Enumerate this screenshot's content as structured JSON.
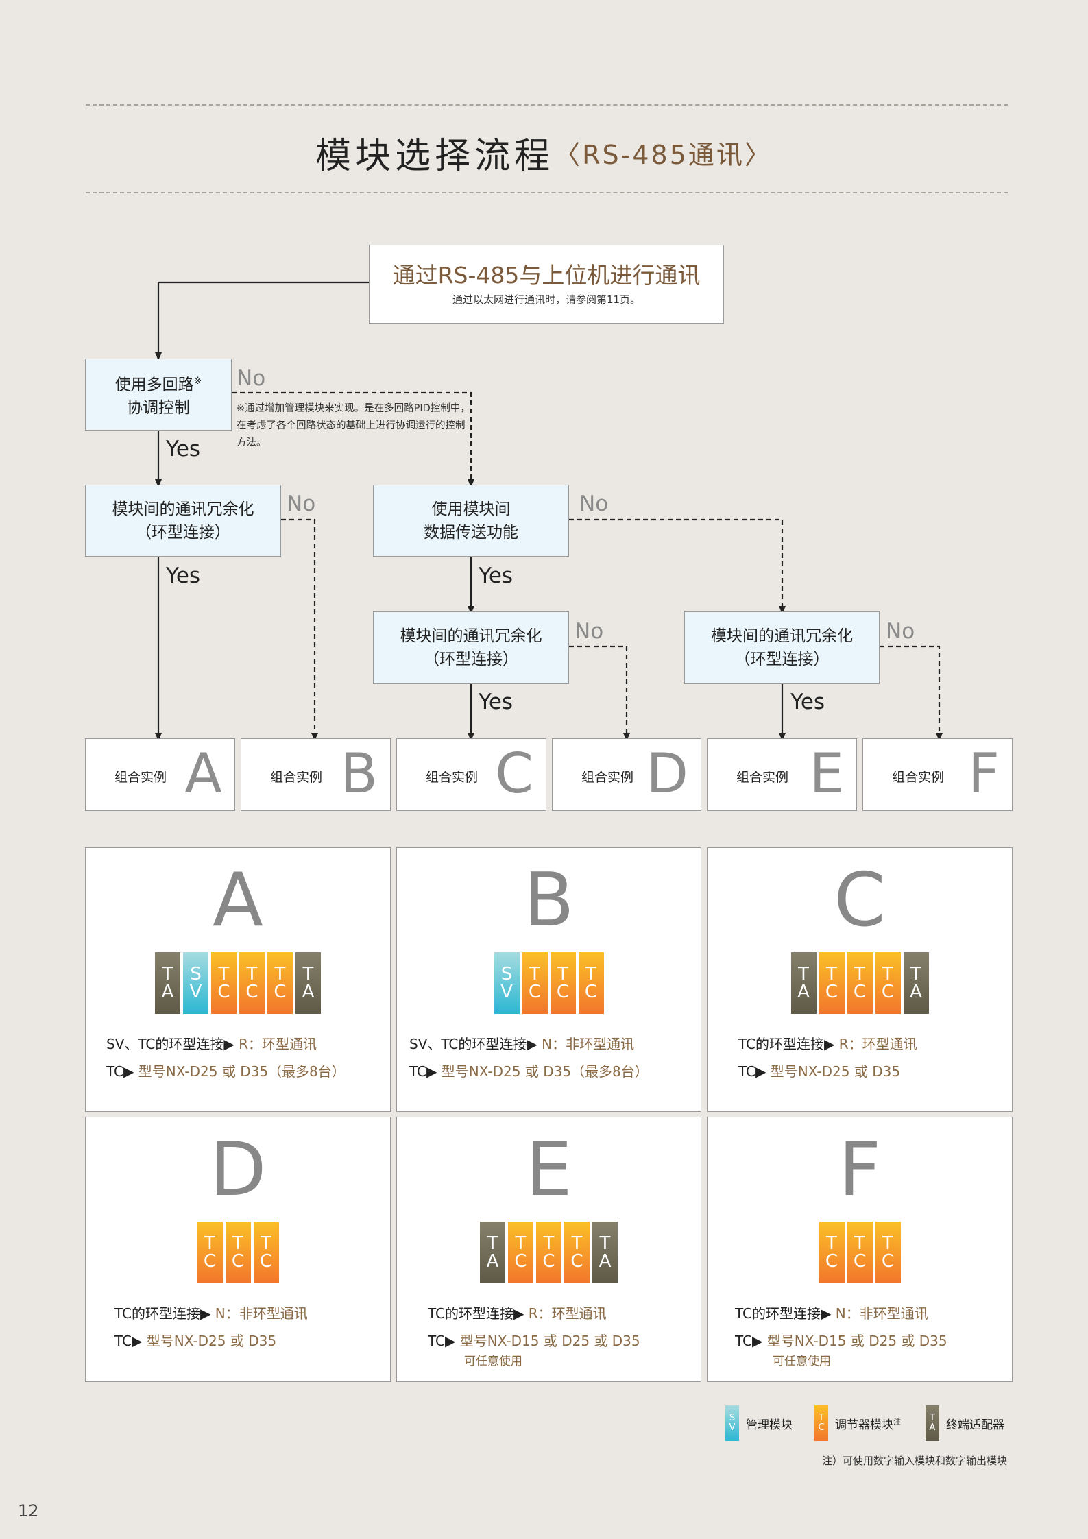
{
  "title": {
    "main": "模块选择流程",
    "sub": "〈RS-485通讯〉"
  },
  "flow": {
    "top": {
      "title": "通过RS-485与上位机进行通讯",
      "note": "通过以太网进行通讯时，请参阅第11页。"
    },
    "q1": {
      "line1": "使用多回路",
      "sup": "※",
      "line2": "协调控制"
    },
    "q1_note": "※通过增加管理模块来实现。是在多回路PID控制中，在考虑了各个回路状态的基础上进行协调运行的控制方法。",
    "q2": {
      "line1": "模块间的通讯冗余化",
      "line2": "（环型连接）"
    },
    "q3": {
      "line1": "使用模块间",
      "line2": "数据传送功能"
    },
    "q4": {
      "line1": "模块间的通讯冗余化",
      "line2": "（环型连接）"
    },
    "q5": {
      "line1": "模块间的通讯冗余化",
      "line2": "（环型连接）"
    },
    "yes": "Yes",
    "no": "No"
  },
  "combos": [
    {
      "label": "组合实例",
      "letter": "A"
    },
    {
      "label": "组合实例",
      "letter": "B"
    },
    {
      "label": "组合实例",
      "letter": "C"
    },
    {
      "label": "组合实例",
      "letter": "D"
    },
    {
      "label": "组合实例",
      "letter": "E"
    },
    {
      "label": "组合实例",
      "letter": "F"
    }
  ],
  "panels": [
    {
      "letter": "A",
      "modules": [
        "TA",
        "SV",
        "TC",
        "TC",
        "TC",
        "TA"
      ],
      "line1_a": "SV、TC的环型连接▶ ",
      "line1_b": "R：环型通讯",
      "line2_a": "TC▶ ",
      "line2_b": "型号NX-D25 或 D35（最多8台）",
      "line3": ""
    },
    {
      "letter": "B",
      "modules": [
        "SV",
        "TC",
        "TC",
        "TC"
      ],
      "line1_a": "SV、TC的环型连接▶ ",
      "line1_b": "N：非环型通讯",
      "line2_a": "TC▶ ",
      "line2_b": "型号NX-D25 或 D35（最多8台）",
      "line3": ""
    },
    {
      "letter": "C",
      "modules": [
        "TA",
        "TC",
        "TC",
        "TC",
        "TA"
      ],
      "line1_a": "TC的环型连接▶ ",
      "line1_b": "R：环型通讯",
      "line2_a": "TC▶ ",
      "line2_b": "型号NX-D25 或 D35",
      "line3": ""
    },
    {
      "letter": "D",
      "modules": [
        "TC",
        "TC",
        "TC"
      ],
      "line1_a": "TC的环型连接▶ ",
      "line1_b": "N：非环型通讯",
      "line2_a": "TC▶ ",
      "line2_b": "型号NX-D25 或 D35",
      "line3": ""
    },
    {
      "letter": "E",
      "modules": [
        "TA",
        "TC",
        "TC",
        "TC",
        "TA"
      ],
      "line1_a": "TC的环型连接▶ ",
      "line1_b": "R：环型通讯",
      "line2_a": "TC▶ ",
      "line2_b": "型号NX-D15 或 D25 或 D35",
      "line3": "可任意使用"
    },
    {
      "letter": "F",
      "modules": [
        "TC",
        "TC",
        "TC"
      ],
      "line1_a": "TC的环型连接▶ ",
      "line1_b": "N：非环型通讯",
      "line2_a": "TC▶ ",
      "line2_b": "型号NX-D15 或 D25 或 D35",
      "line3": "可任意使用"
    }
  ],
  "legend": {
    "sv": {
      "chip": "SV",
      "label": "管理模块"
    },
    "tc": {
      "chip": "TC",
      "label": "调节器模块",
      "sup": "注"
    },
    "ta": {
      "chip": "TA",
      "label": "终端适配器"
    }
  },
  "footnote": "注）可使用数字输入模块和数字输出模块",
  "page_number": "12",
  "colors": {
    "sv": "#2bb7d2",
    "tc": "#f2762c",
    "ta": "#6e6a55",
    "accent": "#8a6a45"
  }
}
